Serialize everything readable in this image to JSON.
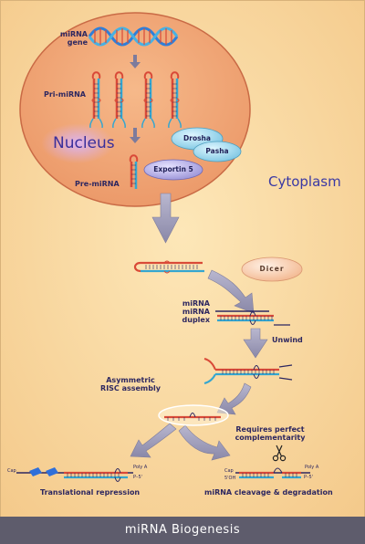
{
  "title": "miRNA Biogenesis",
  "regions": {
    "nucleus": "Nucleus",
    "cytoplasm": "Cytoplasm"
  },
  "labels": {
    "mirna_gene": "miRNA gene",
    "pri_mirna": "Pri-miRNA",
    "pre_mirna": "Pre-miRNA",
    "mirna_duplex": "miRNA miRNA duplex",
    "unwind": "Unwind",
    "risc_assembly": "Asymmetric RISC assembly",
    "perfect_complementarity": "Requires perfect complementarity",
    "translational_repression": "Translational repression",
    "cleavage_degradation": "miRNA cleavage & degradation",
    "cap_left": "Cap",
    "cap_right": "Cap",
    "poly_a_left": "Poly A",
    "poly_a_right": "Poly A",
    "p5_left": "P–5'",
    "p5_right": "P–5'",
    "oh3": "5'OH"
  },
  "enzymes": {
    "drosha": "Drosha",
    "pasha": "Pasha",
    "exportin": "Exportin 5",
    "dicer": "Dicer"
  },
  "colors": {
    "background": "#f9d99e",
    "nucleus_fill": "#f1a777",
    "rna_red": "#d94a38",
    "rna_blue": "#34a6d0",
    "arrow": "#9c9ab7",
    "footer": "#5e5c6c",
    "text": "#2d2760"
  }
}
